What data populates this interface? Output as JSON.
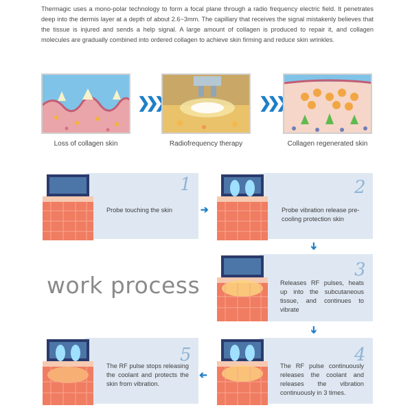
{
  "intro": "Thermagic uses a mono-polar technology to form a focal plane through a radio frequency electric field. It penetrates deep into the dermis layer at a depth of about 2.6~3mm. The capillary that receives the signal mistakenly believes that the tissue is injured and sends a help signal. A large amount of collagen is produced to repair it, and collagen molecules are gradually combined into ordered collagen to achieve skin firming and reduce skin wrinkles.",
  "stages": [
    {
      "caption": "Loss of collagen skin"
    },
    {
      "caption": "Radiofrequency therapy"
    },
    {
      "caption": "Collagen regenerated skin"
    }
  ],
  "title": "work process",
  "steps": [
    {
      "num": "1",
      "text": "Probe touching the skin"
    },
    {
      "num": "2",
      "text": "Probe vibration release pre-cooling protection skin"
    },
    {
      "num": "3",
      "text": "Releases RF pulses, heats up into the subcutaneous tissue, and continues to vibrate"
    },
    {
      "num": "4",
      "text": "The RF pulse continuously releases the coolant and releases the vibration continuously in 3 times."
    },
    {
      "num": "5",
      "text": "The RF pulse stops releasing the coolant and protects the skin from vibration."
    }
  ],
  "colors": {
    "accent": "#1f7ec7",
    "card": "#dfe8f2",
    "skin": "#f08a6e"
  }
}
